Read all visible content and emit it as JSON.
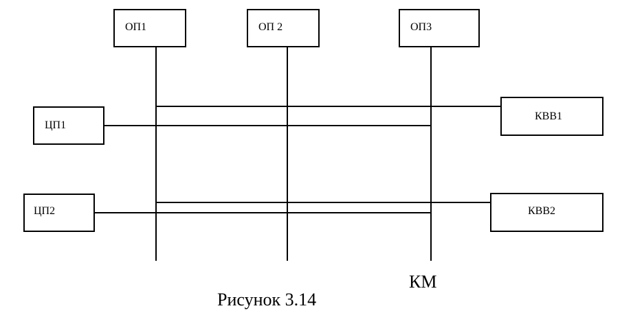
{
  "boxes": {
    "op1": "ОП1",
    "op2": "ОП 2",
    "op3": "ОП3",
    "cp1": "ЦП1",
    "cp2": "ЦП2",
    "kvv1": "КВВ1",
    "kvv2": "КВВ2"
  },
  "km_label": "КМ",
  "caption": "Рисунок 3.14"
}
